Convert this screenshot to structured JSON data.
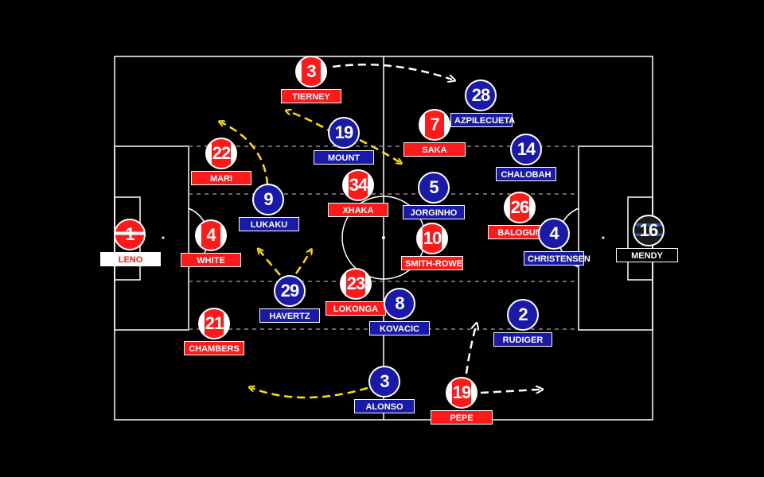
{
  "colors": {
    "arsenal": "#ff1a1a",
    "chelsea": "#1a1aa8",
    "pitch_lines": "#ffffff",
    "arrow_yellow": "#ffe000",
    "arrow_white": "#ffffff"
  },
  "arsenal": [
    {
      "number": "1",
      "name": "LENO",
      "role": "gk"
    },
    {
      "number": "22",
      "name": "MARI"
    },
    {
      "number": "4",
      "name": "WHITE"
    },
    {
      "number": "21",
      "name": "CHAMBERS"
    },
    {
      "number": "3",
      "name": "TIERNEY"
    },
    {
      "number": "34",
      "name": "XHAKA"
    },
    {
      "number": "23",
      "name": "LOKONGA"
    },
    {
      "number": "7",
      "name": "SAKA"
    },
    {
      "number": "10",
      "name": "SMITH-ROWE"
    },
    {
      "number": "19",
      "name": "PEPE"
    },
    {
      "number": "26",
      "name": "BALOGUN"
    }
  ],
  "chelsea": [
    {
      "number": "16",
      "name": "MENDY",
      "role": "gk"
    },
    {
      "number": "28",
      "name": "AZPILECUETA"
    },
    {
      "number": "14",
      "name": "CHALOBAH"
    },
    {
      "number": "4",
      "name": "CHRISTENSEN"
    },
    {
      "number": "2",
      "name": "RUDIGER"
    },
    {
      "number": "5",
      "name": "JORGINHO"
    },
    {
      "number": "8",
      "name": "KOVACIC"
    },
    {
      "number": "3",
      "name": "ALONSO"
    },
    {
      "number": "19",
      "name": "MOUNT"
    },
    {
      "number": "9",
      "name": "LUKAKU"
    },
    {
      "number": "29",
      "name": "HAVERTZ"
    }
  ]
}
